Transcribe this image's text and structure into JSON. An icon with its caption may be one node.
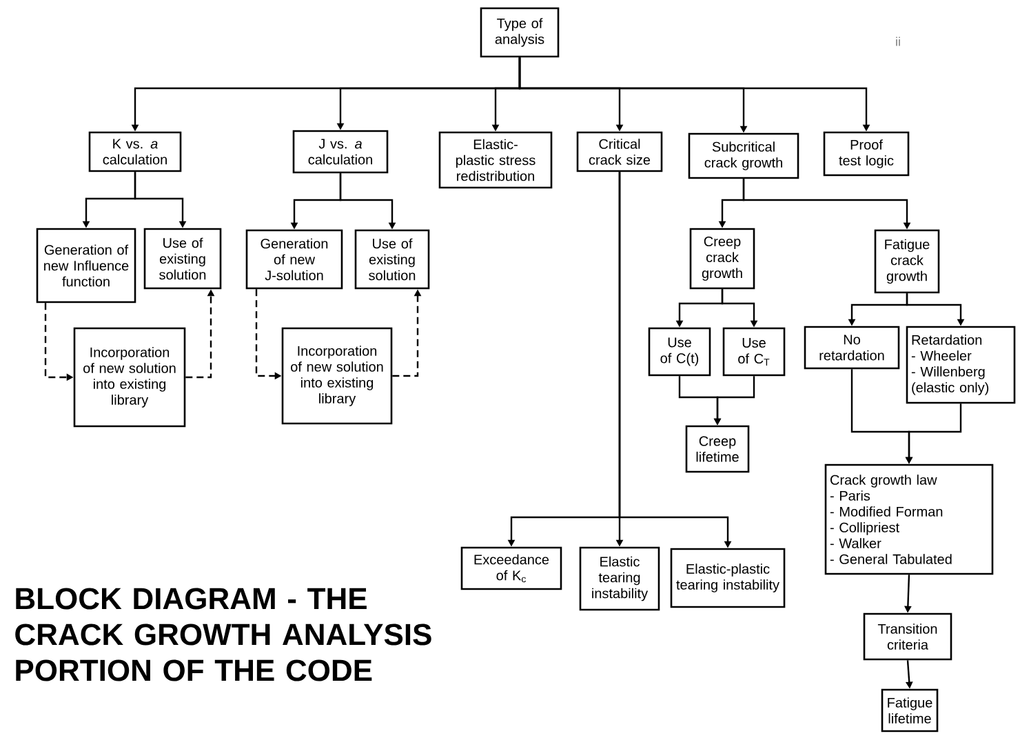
{
  "diagram": {
    "title": "BLOCK DIAGRAM - THE CRACK GROWTH ANALYSIS PORTION OF THE CODE",
    "nodes": [
      {
        "text": [
          "Type of analysis"
        ]
      },
      {
        "text": [
          "K vs. *a* calculation"
        ]
      },
      {
        "text": [
          "J vs. *a* calculation"
        ]
      },
      {
        "text": [
          "Elastic-plastic stress redistribution"
        ]
      },
      {
        "text": [
          "Critical crack size"
        ]
      },
      {
        "text": [
          "Subcritical crack growth"
        ]
      },
      {
        "text": [
          "Proof test logic"
        ]
      },
      {
        "text": [
          "Generation of new Influence function"
        ]
      },
      {
        "text": [
          "Use of existing solution"
        ]
      },
      {
        "text": [
          "Incorporation of new solution into existing library"
        ]
      },
      {
        "text": [
          "Generation of new J-solution"
        ]
      },
      {
        "text": [
          "Use of existing solution"
        ]
      },
      {
        "text": [
          "Incorporation of new solution into existing library"
        ]
      },
      {
        "text": [
          "Creep crack growth"
        ]
      },
      {
        "text": [
          "Fatigue crack growth"
        ]
      },
      {
        "text": [
          "Use of C(t)"
        ]
      },
      {
        "text": [
          "Use of C$_{T}$"
        ]
      },
      {
        "text": [
          "No retardation"
        ]
      },
      {
        "text": [
          "Retardation",
          "- Wheeler",
          "- Willenberg",
          "(elastic only)"
        ]
      },
      {
        "text": [
          "Creep lifetime"
        ]
      },
      {
        "text": [
          "Crack growth law",
          "- Paris",
          "- Modified Forman",
          "- Collipriest",
          "- Walker",
          "- General Tabulated"
        ]
      },
      {
        "text": [
          "Transition criteria"
        ]
      },
      {
        "text": [
          "Fatigue lifetime"
        ]
      },
      {
        "text": [
          "Exceedance of K$_{c}$"
        ]
      },
      {
        "text": [
          "Elastic tearing instability"
        ]
      },
      {
        "text": [
          "Elastic-plastic tearing instability"
        ]
      }
    ],
    "edges": [
      {
        "from": 0,
        "to": 1,
        "arrow": "to"
      },
      {
        "from": 0,
        "to": 2,
        "arrow": "to"
      },
      {
        "from": 0,
        "to": 3,
        "arrow": "to"
      },
      {
        "from": 0,
        "to": 4,
        "arrow": "to"
      },
      {
        "from": 0,
        "to": 5,
        "arrow": "to"
      },
      {
        "from": 0,
        "to": 6,
        "arrow": "to"
      },
      {
        "from": 1,
        "to": 7,
        "arrow": "to"
      },
      {
        "from": 1,
        "to": 8,
        "arrow": "to"
      },
      {
        "from": 7,
        "to": 9,
        "arrow": "to",
        "style": "dashed"
      },
      {
        "from": 9,
        "to": 8,
        "arrow": "to",
        "style": "dashed"
      },
      {
        "from": 2,
        "to": 10,
        "arrow": "to"
      },
      {
        "from": 2,
        "to": 11,
        "arrow": "to"
      },
      {
        "from": 10,
        "to": 12,
        "arrow": "to",
        "style": "dashed"
      },
      {
        "from": 12,
        "to": 11,
        "arrow": "to",
        "style": "dashed"
      },
      {
        "from": 4,
        "to": 23,
        "arrow": "to"
      },
      {
        "from": 4,
        "to": 24,
        "arrow": "to"
      },
      {
        "from": 4,
        "to": 25,
        "arrow": "to"
      },
      {
        "from": 5,
        "to": 13,
        "arrow": "to"
      },
      {
        "from": 5,
        "to": 14,
        "arrow": "to"
      },
      {
        "from": 13,
        "to": 15,
        "arrow": "to"
      },
      {
        "from": 13,
        "to": 16,
        "arrow": "to"
      },
      {
        "from": 15,
        "to": 19,
        "arrow": "to"
      },
      {
        "from": 16,
        "to": 19,
        "arrow": "to"
      },
      {
        "from": 14,
        "to": 17,
        "arrow": "to"
      },
      {
        "from": 14,
        "to": 18,
        "arrow": "to"
      },
      {
        "from": 17,
        "to": 20,
        "arrow": "to"
      },
      {
        "from": 18,
        "to": 20,
        "arrow": "to"
      },
      {
        "from": 20,
        "to": 21,
        "arrow": "to"
      },
      {
        "from": 21,
        "to": 22,
        "arrow": "to"
      }
    ],
    "labels": [
      "ii"
    ]
  }
}
